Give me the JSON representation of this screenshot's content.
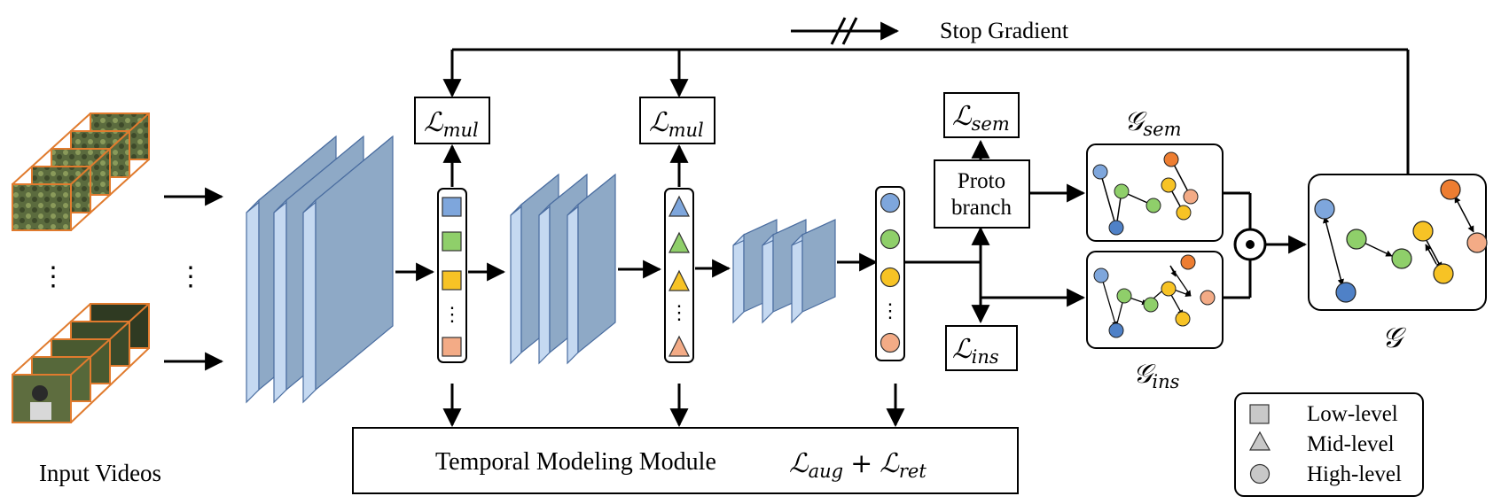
{
  "stop_gradient": {
    "label": "Stop Gradient"
  },
  "input": {
    "label": "Input Videos",
    "ellipsis": "⋮"
  },
  "losses": {
    "mul_1": {
      "main": "ℒ",
      "sub": "mul"
    },
    "mul_2": {
      "main": "ℒ",
      "sub": "mul"
    },
    "sem": {
      "main": "ℒ",
      "sub": "sem"
    },
    "ins": {
      "main": "ℒ",
      "sub": "ins"
    }
  },
  "proto": {
    "line1": "Proto",
    "line2": "branch"
  },
  "graphs": {
    "sem": {
      "main": "𝒢",
      "sub": "sem"
    },
    "ins": {
      "main": "𝒢",
      "sub": "ins"
    },
    "fused": {
      "main": "𝒢"
    }
  },
  "temporal": {
    "label": "Temporal Modeling Module",
    "loss_a_main": "ℒ",
    "loss_a_sub": "aug",
    "plus": "+",
    "loss_b_main": "ℒ",
    "loss_b_sub": "ret"
  },
  "legend": {
    "low": "Low-level",
    "mid": "Mid-level",
    "high": "High-level"
  },
  "colors": {
    "layer_front": "#8ea9c6",
    "layer_side": "#c5d9f1",
    "blue": "#7ea6dc",
    "green": "#8fcf6a",
    "yellow": "#f7c325",
    "salmon": "#f3ab86",
    "orange": "#ed7d31",
    "node_blue": "#4f81c7"
  }
}
